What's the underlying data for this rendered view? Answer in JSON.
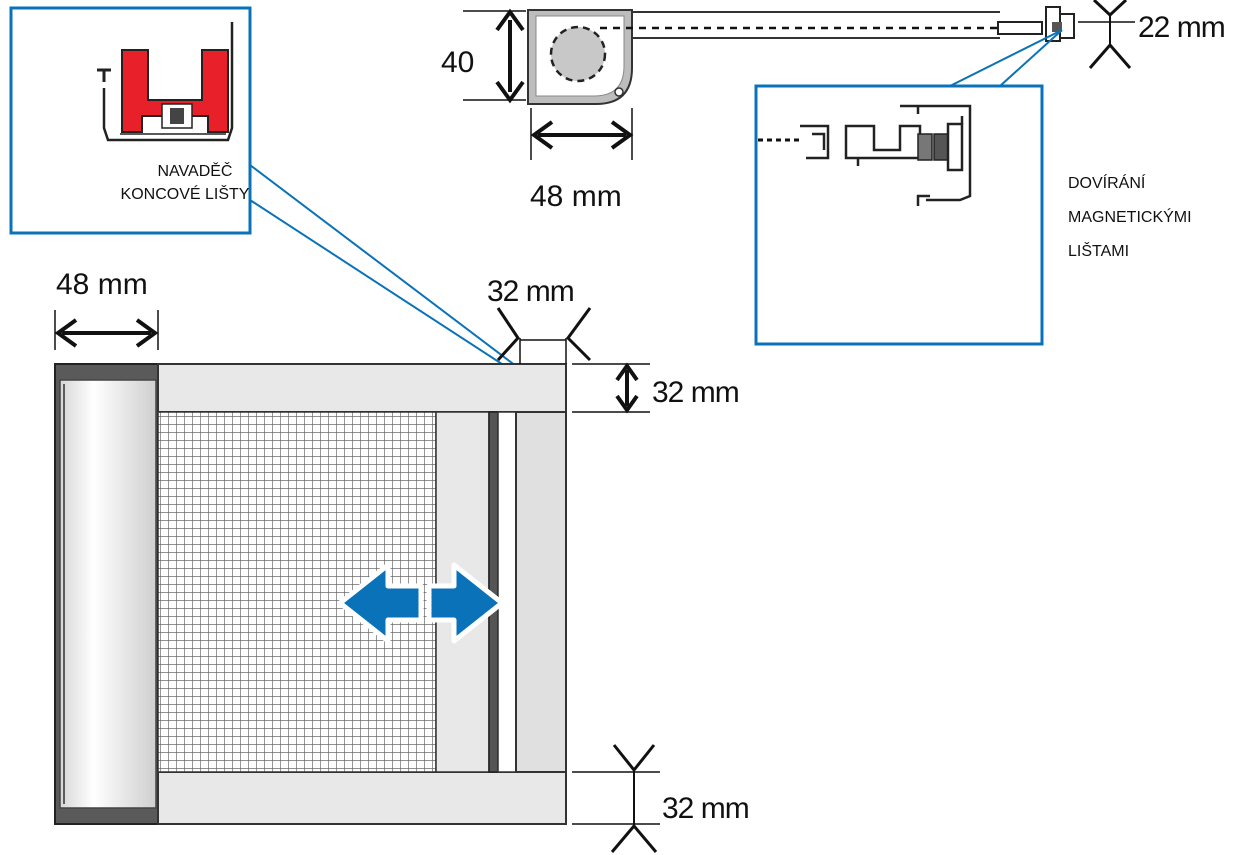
{
  "dimensions": {
    "cassette_height": "40",
    "cassette_width": "48 mm",
    "top_depth": "22 mm",
    "roll_width": "48 mm",
    "frame_top_width": "32 mm",
    "frame_top_height": "32 mm",
    "frame_bottom_height": "32 mm"
  },
  "callouts": {
    "guide": {
      "line1": "NAVADĚČ",
      "line2": "KONCOVÉ LIŠTY"
    },
    "magnetic": {
      "line1": "DOVÍRÁNÍ",
      "line2": "MAGNETICKÝMI",
      "line3": "LIŠTAMI"
    }
  },
  "colors": {
    "accent_blue": "#0a72b8",
    "guide_red": "#e8202a",
    "frame_gray": "#e6e6e6",
    "dark_gray": "#5a5a5a",
    "cassette_gray": "#b8b8b8"
  }
}
